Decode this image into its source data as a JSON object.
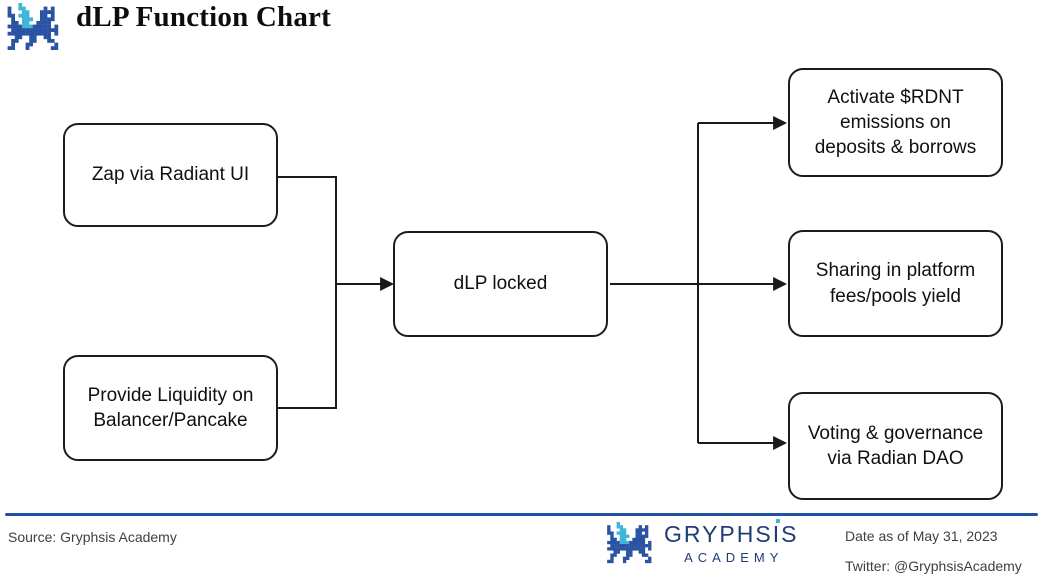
{
  "header": {
    "title": "dLP Function Chart",
    "logo_icon": "pixel-dragon-logo"
  },
  "flowchart": {
    "nodes": [
      {
        "id": "zap",
        "label": "Zap via Radiant UI"
      },
      {
        "id": "provide-liquidity",
        "label": "Provide Liquidity on\nBalancer/Pancake"
      },
      {
        "id": "dlp-locked",
        "label": "dLP locked"
      },
      {
        "id": "activate-emissions",
        "label": "Activate $RDNT\nemissions on\ndeposits & borrows"
      },
      {
        "id": "sharing-fees",
        "label": "Sharing in platform\nfees/pools yield"
      },
      {
        "id": "voting-governance",
        "label": "Voting & governance\nvia Radian DAO"
      }
    ],
    "edges": [
      {
        "from": "zap",
        "to": "dlp-locked"
      },
      {
        "from": "provide-liquidity",
        "to": "dlp-locked"
      },
      {
        "from": "dlp-locked",
        "to": "activate-emissions"
      },
      {
        "from": "dlp-locked",
        "to": "sharing-fees"
      },
      {
        "from": "dlp-locked",
        "to": "voting-governance"
      }
    ]
  },
  "footer": {
    "source": "Source: Gryphsis Academy",
    "brand_name": "GRYPHSIS",
    "brand_subtitle": "ACADEMY",
    "brand_logo_icon": "pixel-dragon-logo",
    "date": "Date as of May 31, 2023",
    "twitter": "Twitter: @GryphsisAcademy"
  },
  "colors": {
    "connector": "#1a1a1a",
    "box_border": "#1c1c1c",
    "divider_blue": "#2151a1",
    "brand_navy": "#1e3d73",
    "dragon_blue": "#2a53a3",
    "dragon_cyan": "#3fb6d9",
    "footer_text": "#3f3f3f"
  }
}
